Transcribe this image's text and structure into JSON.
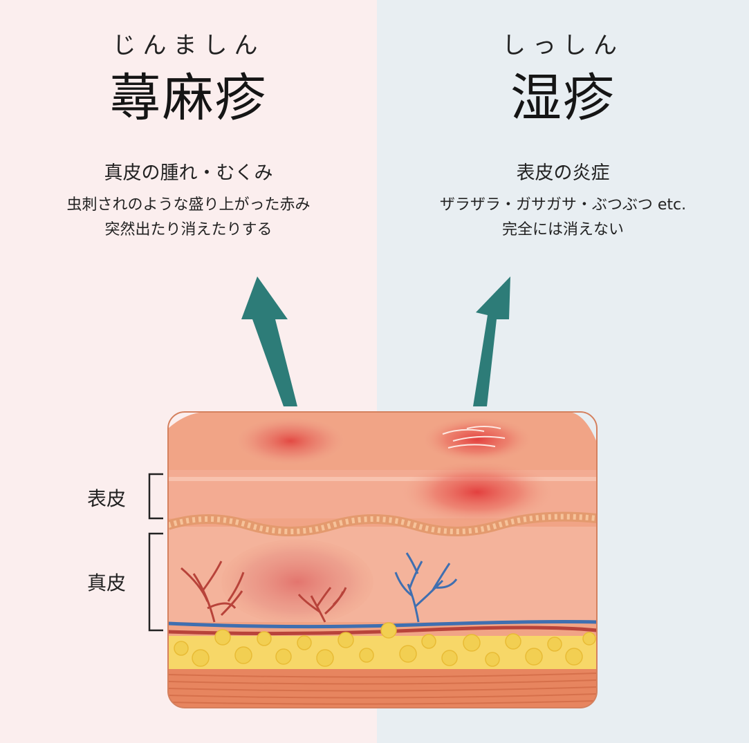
{
  "left": {
    "ruby": "じんましん",
    "title": "蕁麻疹",
    "desc_line1": "真皮の腫れ・むくみ",
    "desc_line2": "虫刺されのような盛り上がった赤み",
    "desc_line3": "突然出たり消えたりする"
  },
  "right": {
    "ruby": "しっしん",
    "title": "湿疹",
    "desc_line1": "表皮の炎症",
    "desc_line2": "ザラザラ・ガサガサ・ぶつぶつ etc.",
    "desc_line3": "完全には消えない"
  },
  "layers": {
    "epidermis": "表皮",
    "dermis": "真皮"
  },
  "colors": {
    "left_bg": "#fbeeee",
    "right_bg": "#e8eef2",
    "arrow": "#2d7c78",
    "skin": "#f0a58a",
    "inflammation": "#e2443f",
    "vessel_red": "#b8433a",
    "vessel_blue": "#3f6fb0",
    "fat": "#f5d55a"
  }
}
